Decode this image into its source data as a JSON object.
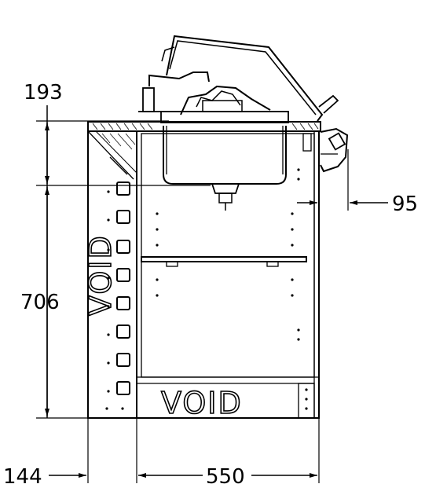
{
  "dimensions": {
    "top_offset": "193",
    "cabinet_height": "706",
    "right_overhang": "95",
    "left_void_width": "144",
    "cabinet_width": "550"
  },
  "labels": {
    "void_bottom": "VOID",
    "void_side": "VOID"
  }
}
